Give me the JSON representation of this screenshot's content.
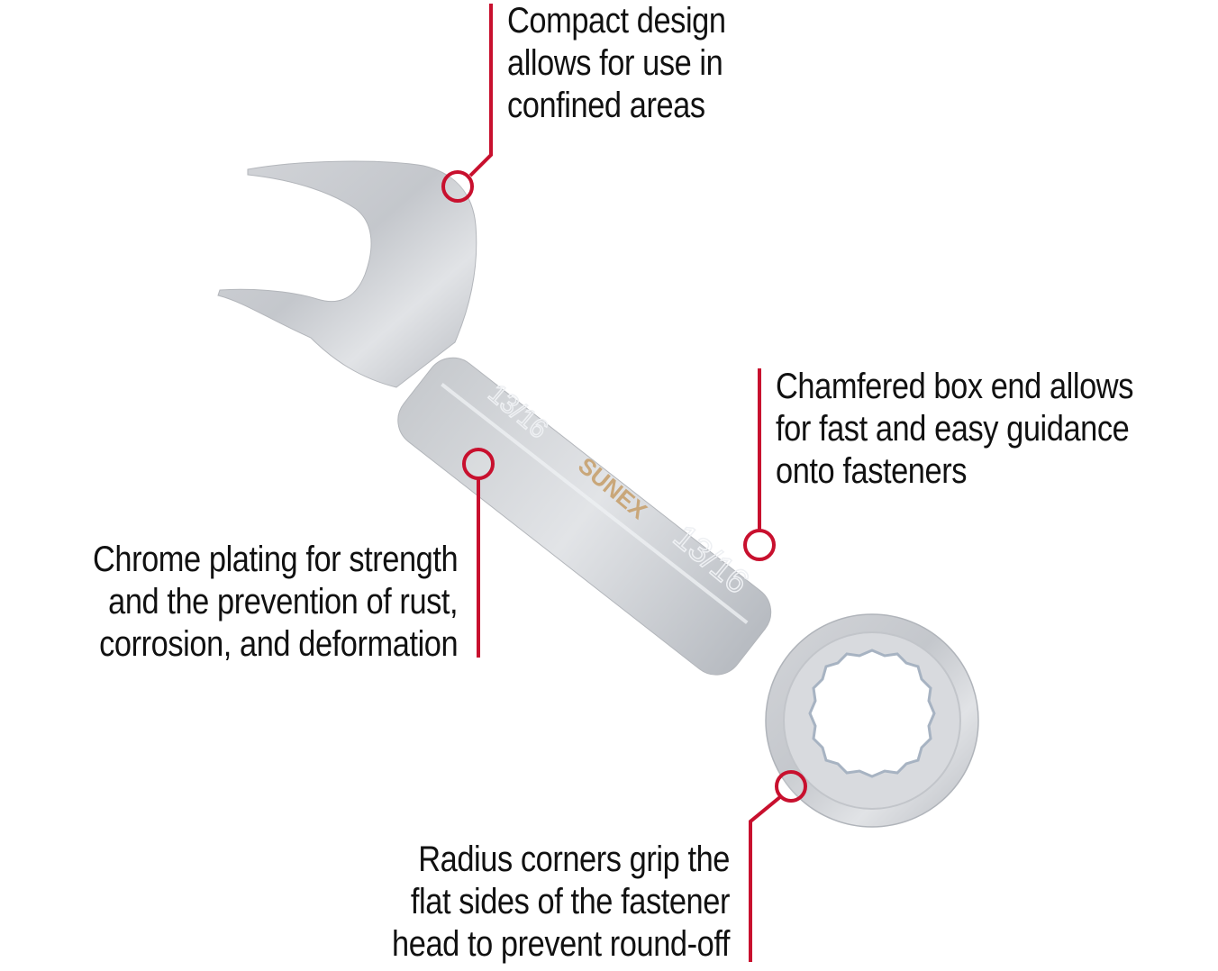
{
  "product": {
    "type": "stubby combination wrench",
    "brand_mark": "SUNEX",
    "size_marking": "13/16"
  },
  "colors": {
    "callout_red": "#c8102e",
    "text": "#111111",
    "chrome_light": "#e6e7e9",
    "chrome_mid": "#c9cbcf",
    "chrome_dark": "#a9adb3",
    "brand_mark_color": "#c9a77a",
    "background": "#ffffff"
  },
  "callouts": [
    {
      "id": "compact-design",
      "lines": [
        "Compact design",
        "allows for use in",
        "confined areas"
      ]
    },
    {
      "id": "chamfered-box-end",
      "lines": [
        "Chamfered box end allows",
        "for fast and easy guidance",
        "onto fasteners"
      ]
    },
    {
      "id": "chrome-plating",
      "lines": [
        "Chrome plating for strength",
        "and the prevention of rust,",
        "corrosion, and deformation"
      ]
    },
    {
      "id": "radius-corners",
      "lines": [
        "Radius corners grip the",
        "flat sides of the fastener",
        "head to prevent round-off"
      ]
    }
  ]
}
